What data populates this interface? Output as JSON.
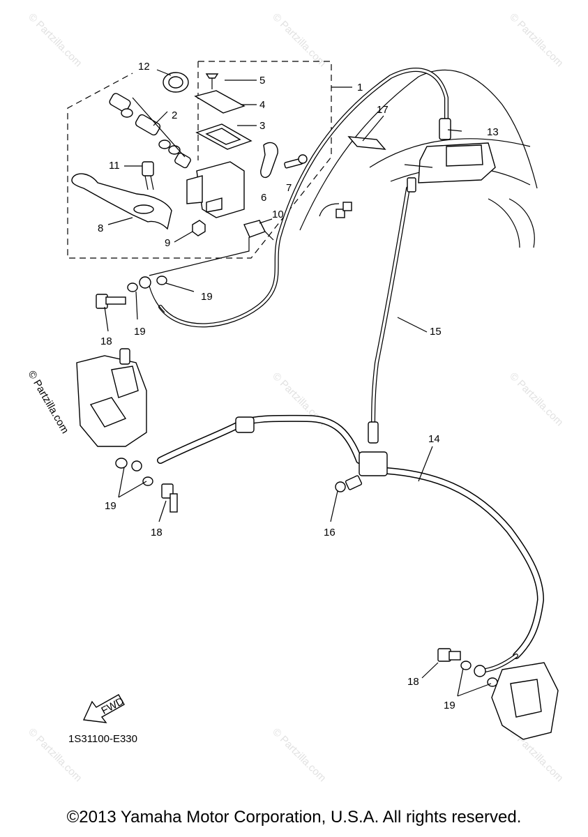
{
  "watermarks": [
    "© Partzilla.com",
    "© Partzilla.com",
    "© Partzilla.com",
    "© Partzilla.com",
    "© Partzilla.com",
    "© Partzilla.com",
    "© Partzilla.com",
    "© Partzilla.com",
    "© Partzilla.com"
  ],
  "side_watermark": "© Partzilla.com",
  "callouts": {
    "c1": "1",
    "c2": "2",
    "c3": "3",
    "c4": "4",
    "c5": "5",
    "c6": "6",
    "c7": "7",
    "c8": "8",
    "c9": "9",
    "c10": "10",
    "c11": "11",
    "c12": "12",
    "c13": "13",
    "c14": "14",
    "c15": "15",
    "c16": "16",
    "c17": "17",
    "c18a": "18",
    "c18b": "18",
    "c18c": "18",
    "c19a": "19",
    "c19b": "19",
    "c19c": "19",
    "c19d": "19"
  },
  "fwd_label": "FWD",
  "diagram_code": "1S31100-E330",
  "copyright": "©2013 Yamaha Motor Corporation, U.S.A. All rights reserved."
}
